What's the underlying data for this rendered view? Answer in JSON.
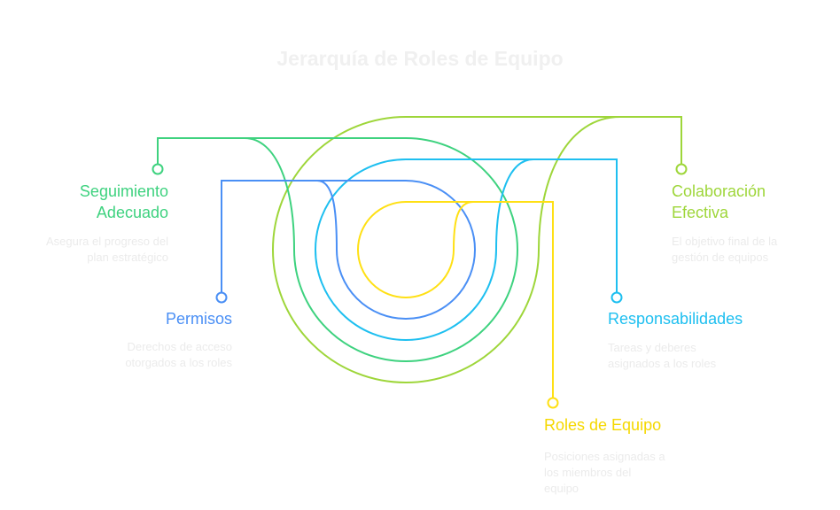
{
  "title": "Jerarquía de Roles de Equipo",
  "colors": {
    "yellow": "#ffe014",
    "blue": "#4a8ff5",
    "cyan": "#1ebff0",
    "green": "#3ed27f",
    "lime": "#9ed63a"
  },
  "items": {
    "seguimiento": {
      "label_1": "Seguimiento",
      "label_2": "Adecuado",
      "desc_1": "Asegura el progreso del",
      "desc_2": "plan estratégico"
    },
    "permisos": {
      "label": "Permisos",
      "desc_1": "Derechos de acceso",
      "desc_2": "otorgados a los roles"
    },
    "colaboracion": {
      "label_1": "Colaboración",
      "label_2": "Efectiva",
      "desc_1": "El objetivo final de la",
      "desc_2": "gestión de equipos"
    },
    "responsabilidades": {
      "label": "Responsabilidades",
      "desc_1": "Tareas y deberes",
      "desc_2": "asignados a los roles"
    },
    "roles": {
      "label": "Roles de Equipo",
      "desc_1": "Posiciones asignadas a",
      "desc_2": "los miembros del",
      "desc_3": "equipo"
    }
  }
}
